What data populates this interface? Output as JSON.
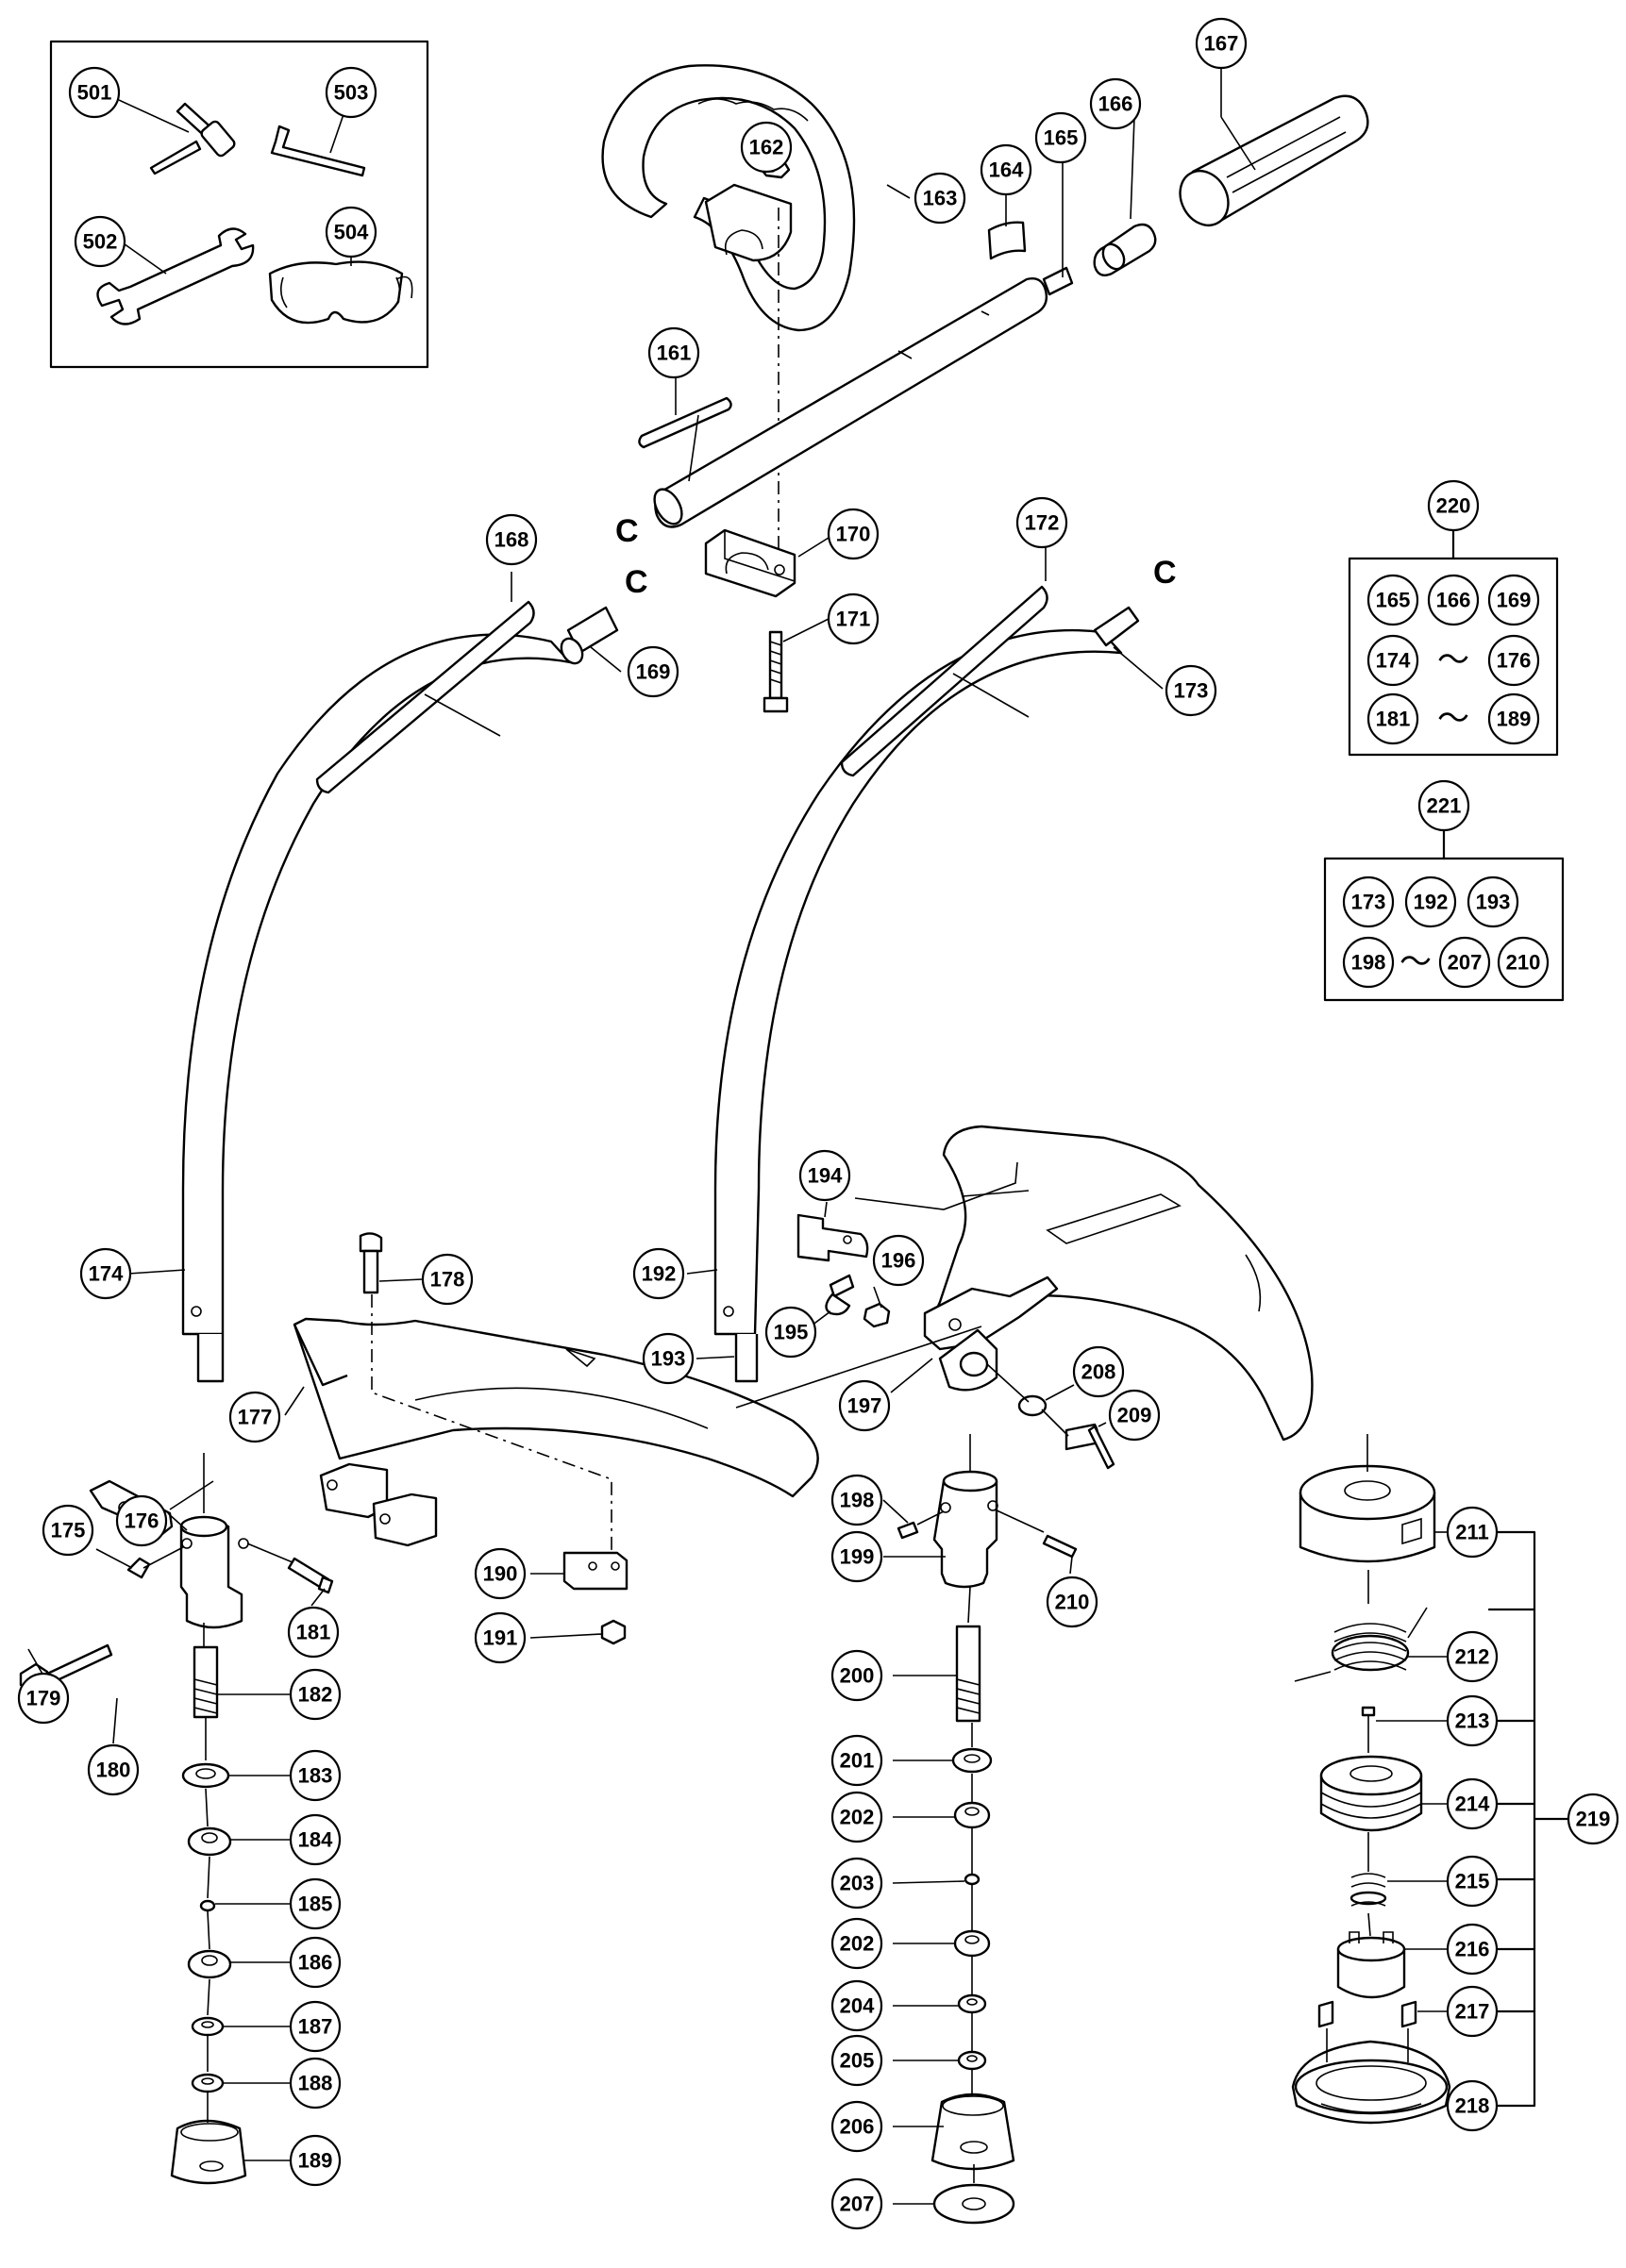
{
  "callouts": [
    {
      "id": "c501",
      "label": "501"
    },
    {
      "id": "c503",
      "label": "503"
    },
    {
      "id": "c502",
      "label": "502"
    },
    {
      "id": "c504",
      "label": "504"
    },
    {
      "id": "c167",
      "label": "167"
    },
    {
      "id": "c166",
      "label": "166"
    },
    {
      "id": "c165",
      "label": "165"
    },
    {
      "id": "c164",
      "label": "164"
    },
    {
      "id": "c163",
      "label": "163"
    },
    {
      "id": "c162",
      "label": "162"
    },
    {
      "id": "c161",
      "label": "161"
    },
    {
      "id": "c170",
      "label": "170"
    },
    {
      "id": "c171",
      "label": "171"
    },
    {
      "id": "c168",
      "label": "168"
    },
    {
      "id": "c169",
      "label": "169"
    },
    {
      "id": "c172",
      "label": "172"
    },
    {
      "id": "c173",
      "label": "173"
    },
    {
      "id": "c174",
      "label": "174"
    },
    {
      "id": "c192",
      "label": "192"
    },
    {
      "id": "c194",
      "label": "194"
    },
    {
      "id": "c196",
      "label": "196"
    },
    {
      "id": "c195",
      "label": "195"
    },
    {
      "id": "c178",
      "label": "178"
    },
    {
      "id": "c177",
      "label": "177"
    },
    {
      "id": "c193",
      "label": "193"
    },
    {
      "id": "c197",
      "label": "197"
    },
    {
      "id": "c208",
      "label": "208"
    },
    {
      "id": "c209",
      "label": "209"
    },
    {
      "id": "c176",
      "label": "176"
    },
    {
      "id": "c175",
      "label": "175"
    },
    {
      "id": "c181",
      "label": "181"
    },
    {
      "id": "c179",
      "label": "179"
    },
    {
      "id": "c180",
      "label": "180"
    },
    {
      "id": "c182",
      "label": "182"
    },
    {
      "id": "c183",
      "label": "183"
    },
    {
      "id": "c184",
      "label": "184"
    },
    {
      "id": "c185",
      "label": "185"
    },
    {
      "id": "c186",
      "label": "186"
    },
    {
      "id": "c187",
      "label": "187"
    },
    {
      "id": "c188",
      "label": "188"
    },
    {
      "id": "c189",
      "label": "189"
    },
    {
      "id": "c190",
      "label": "190"
    },
    {
      "id": "c191",
      "label": "191"
    },
    {
      "id": "c198",
      "label": "198"
    },
    {
      "id": "c199",
      "label": "199"
    },
    {
      "id": "c210",
      "label": "210"
    },
    {
      "id": "c200",
      "label": "200"
    },
    {
      "id": "c201",
      "label": "201"
    },
    {
      "id": "c202a",
      "label": "202"
    },
    {
      "id": "c203",
      "label": "203"
    },
    {
      "id": "c202b",
      "label": "202"
    },
    {
      "id": "c204",
      "label": "204"
    },
    {
      "id": "c205",
      "label": "205"
    },
    {
      "id": "c206",
      "label": "206"
    },
    {
      "id": "c207",
      "label": "207"
    },
    {
      "id": "c211",
      "label": "211"
    },
    {
      "id": "c212",
      "label": "212"
    },
    {
      "id": "c213",
      "label": "213"
    },
    {
      "id": "c214",
      "label": "214"
    },
    {
      "id": "c215",
      "label": "215"
    },
    {
      "id": "c216",
      "label": "216"
    },
    {
      "id": "c217",
      "label": "217"
    },
    {
      "id": "c218",
      "label": "218"
    },
    {
      "id": "c219",
      "label": "219"
    },
    {
      "id": "c220",
      "label": "220"
    },
    {
      "id": "c221",
      "label": "221"
    }
  ],
  "kits": {
    "k220": {
      "label": "220",
      "rows": [
        {
          "items": [
            "165",
            "166",
            "169"
          ],
          "separator": ""
        },
        {
          "items": [
            "174",
            "176"
          ],
          "separator": "〜"
        },
        {
          "items": [
            "181",
            "189"
          ],
          "separator": "〜"
        }
      ]
    },
    "k221": {
      "label": "221",
      "rows": [
        {
          "items": [
            "173",
            "192",
            "193"
          ],
          "separator": ""
        },
        {
          "items": [
            "198",
            "207",
            "210"
          ],
          "separator": "〜"
        }
      ]
    }
  },
  "connection_markers": [
    {
      "id": "m1",
      "label": "C"
    },
    {
      "id": "m2",
      "label": "C"
    },
    {
      "id": "m3",
      "label": "C"
    }
  ]
}
